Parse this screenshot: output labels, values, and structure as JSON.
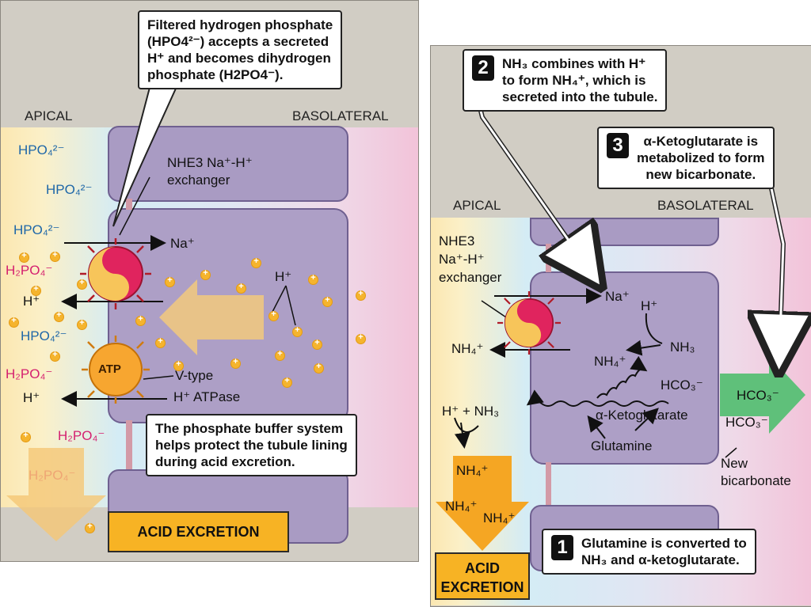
{
  "left": {
    "callout_top": "Filtered hydrogen phosphate\n(HPO4²⁻) accepts a secreted\nH⁺ and becomes dihydrogen\nphosphate (H2PO4⁻).",
    "apical": "APICAL",
    "basolateral": "BASOLATERAL",
    "hpo4": "HPO₄²⁻",
    "h2po4": "H₂PO₄⁻",
    "h_plus": "H⁺",
    "na_plus": "Na⁺",
    "exchanger_label_1": "NHE3 Na⁺-H⁺",
    "exchanger_label_2": "exchanger",
    "vtype_1": "V-type",
    "vtype_2": "H⁺ ATPase",
    "atp": "ATP",
    "buffer_note": "The phosphate buffer system\nhelps protect the tubule lining\nduring acid excretion.",
    "acid_excretion": "ACID EXCRETION"
  },
  "right": {
    "step2_num": "2",
    "step2_text": "NH₃ combines with H⁺\nto form NH₄⁺, which is\nsecreted into the tubule.",
    "step3_num": "3",
    "step3_text": "α-Ketoglutarate is\nmetabolized to form\nnew bicarbonate.",
    "apical": "APICAL",
    "basolateral": "BASOLATERAL",
    "nhe3_1": "NHE3",
    "nhe3_2": "Na⁺-H⁺",
    "nhe3_3": "exchanger",
    "na_plus": "Na⁺",
    "nh4": "NH₄⁺",
    "h_plus": "H⁺",
    "nh3": "NH₃",
    "hco3": "HCO₃⁻",
    "h_plus_nh3": "H⁺ + NH₃",
    "ketoglutarate": "α-Ketoglutarate",
    "glutamine": "Glutamine",
    "new_bicarbonate_1": "New",
    "new_bicarbonate_2": "bicarbonate",
    "step1_num": "1",
    "step1_text": "Glutamine is converted to\nNH₃ and α-ketoglutarate.",
    "acid_excretion_1": "ACID",
    "acid_excretion_2": "EXCRETION"
  },
  "colors": {
    "panel": "#d1cdc4",
    "cell": "#a99bc3",
    "lumen_yellow": "#fbeec2",
    "lumen_blue": "#d3ecf5",
    "interstitium_pink": "#f1c4d8",
    "acid_box": "#f7b324",
    "green_arrow": "#5fc07a",
    "orange_arrow": "#f5a623",
    "hpo4_blue": "#1e67a8",
    "h2po4_pink": "#d41f6f"
  }
}
